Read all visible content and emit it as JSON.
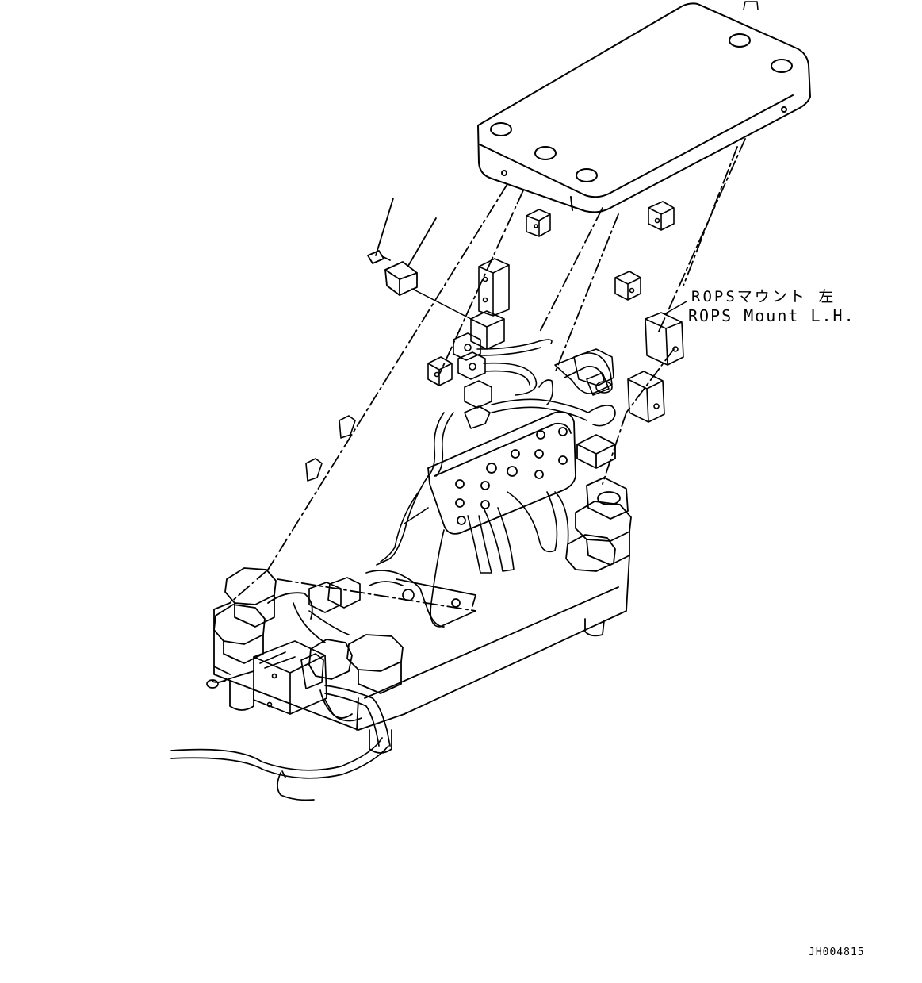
{
  "labels": {
    "part_name_jp": "ROPSマウント 左",
    "part_name_en": "ROPS Mount L.H.",
    "drawing_code": "JH004815"
  },
  "colors": {
    "line": "#000000",
    "background": "#ffffff"
  }
}
